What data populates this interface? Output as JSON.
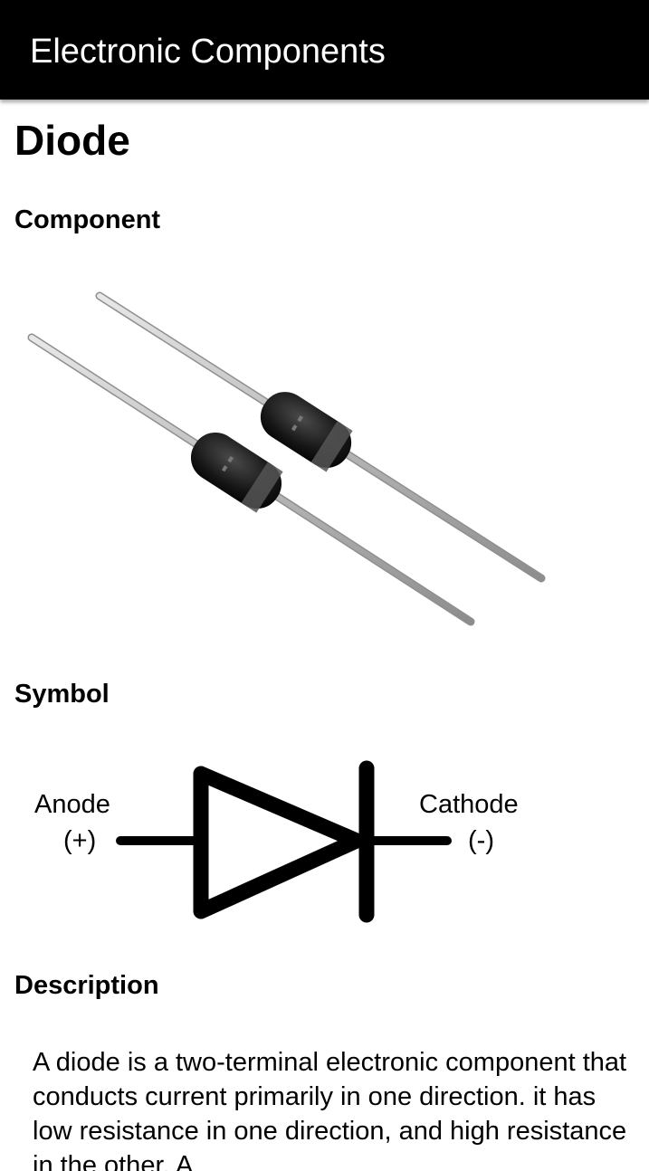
{
  "app_bar": {
    "title": "Electronic Components"
  },
  "page": {
    "title": "Diode",
    "sections": {
      "component_heading": "Component",
      "symbol_heading": "Symbol",
      "description_heading": "Description"
    },
    "symbol": {
      "anode_label": "Anode",
      "anode_sign": "(+)",
      "cathode_label": "Cathode",
      "cathode_sign": "(-)"
    },
    "description": "A diode is a two-terminal electronic component that conducts current primarily in one direction. it has low resistance in one direction, and high resistance in the other. A"
  },
  "colors": {
    "app_bar_bg": "#000000",
    "app_bar_text": "#ffffff",
    "body_bg": "#ffffff",
    "text": "#000000"
  }
}
